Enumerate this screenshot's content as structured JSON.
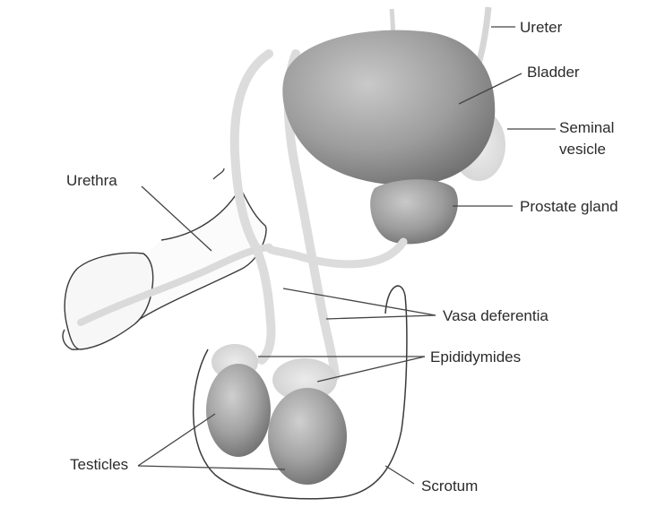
{
  "diagram": {
    "labels": {
      "ureter": "Ureter",
      "bladder": "Bladder",
      "seminal_vesicle_line1": "Seminal",
      "seminal_vesicle_line2": "vesicle",
      "prostate_gland": "Prostate gland",
      "urethra": "Urethra",
      "vasa_deferentia": "Vasa deferentia",
      "epididymides": "Epididymides",
      "testicles": "Testicles",
      "scrotum": "Scrotum"
    },
    "colors": {
      "organ_fill": "#9a9a9a",
      "organ_shadow": "#7b7b7b",
      "tube_fill": "#dcdcdc",
      "outline": "#3a3a3a",
      "leader": "#444444",
      "text": "#2b2b2b"
    }
  }
}
